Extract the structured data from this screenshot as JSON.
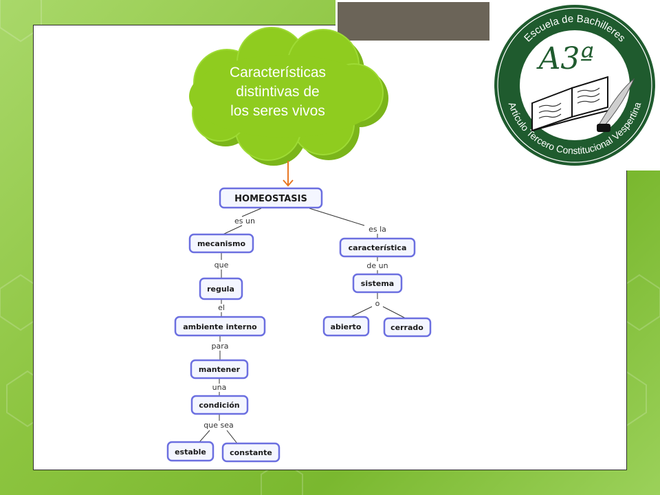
{
  "colors": {
    "background_green": "#8cc43f",
    "cloud_green": "#8fcc1f",
    "node_border": "#6b6fe0",
    "arrow_orange": "#e87722",
    "logo_green": "#1f5b2e",
    "title_bar": "#6b6458"
  },
  "cloud": {
    "lines": [
      "Características",
      "distintivas de",
      "los seres vivos"
    ]
  },
  "logo": {
    "top_text": "Escuela de Bachilleres",
    "bottom_text": "Artículo Tercero Constitucional Vespertina",
    "monogram": "A3ª",
    "icon": "open-book-quill-icon"
  },
  "nodes": {
    "homeostasis": "HOMEOSTASIS",
    "mecanismo": "mecanismo",
    "regula": "regula",
    "ambiente": "ambiente interno",
    "mantener": "mantener",
    "condicion": "condición",
    "estable": "estable",
    "constante": "constante",
    "caracteristica": "característica",
    "sistema": "sistema",
    "abierto": "abierto",
    "cerrado": "cerrado"
  },
  "links": {
    "es_un": "es un",
    "que": "que",
    "el": "el",
    "para": "para",
    "una": "una",
    "que_sea": "que sea",
    "es_la": "es la",
    "de_un": "de un",
    "o": "o"
  }
}
